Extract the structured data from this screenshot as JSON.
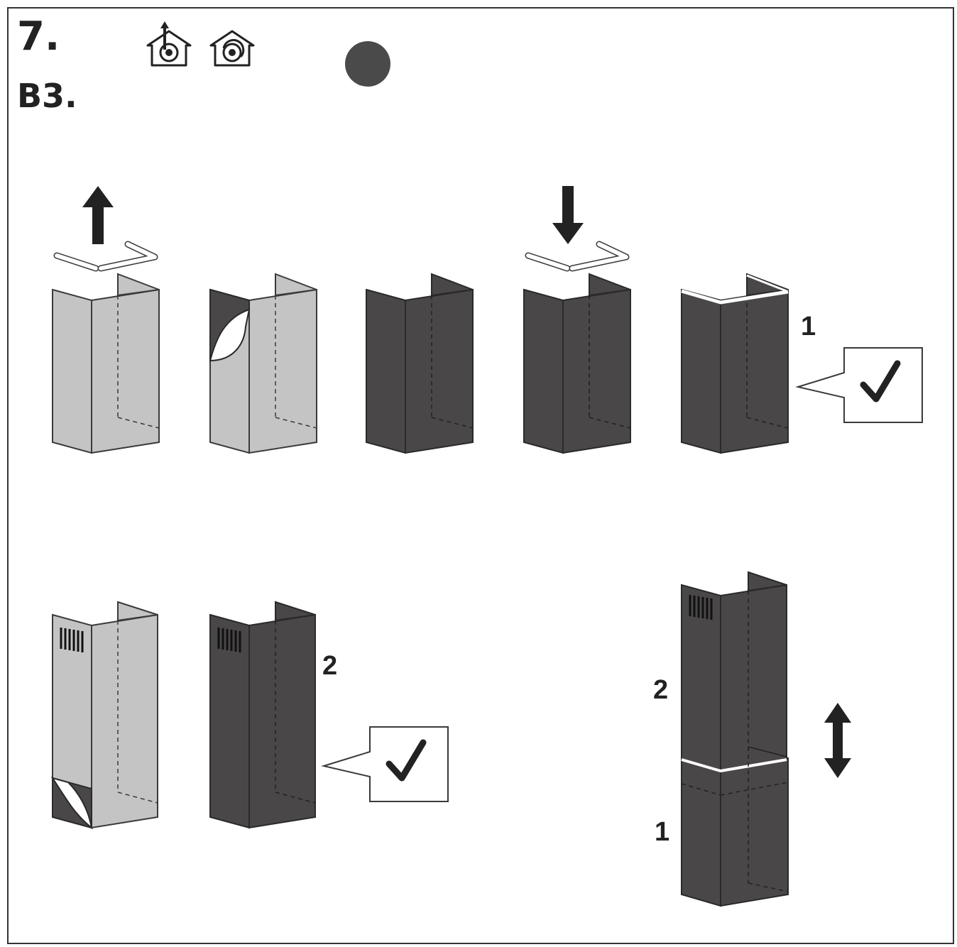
{
  "header": {
    "step_number": "7.",
    "sub_step": "B3.",
    "mode_icons": [
      "ducted-mode-icon",
      "recirculation-mode-icon"
    ],
    "indicator_color": "#4a4a4a"
  },
  "colors": {
    "dark_panel": "#4a4748",
    "light_panel": "#c4c4c4",
    "outline": "#3a3a3a"
  },
  "labels": {
    "upper_row_chimney": "1",
    "lower_row_chimney": "2",
    "assembly_upper": "2",
    "assembly_lower": "1"
  },
  "icons": {
    "arrow_up": "arrow-up-icon",
    "arrow_down": "arrow-down-icon",
    "check": "checkmark-icon",
    "double_arrow": "double-arrow-vertical-icon"
  }
}
